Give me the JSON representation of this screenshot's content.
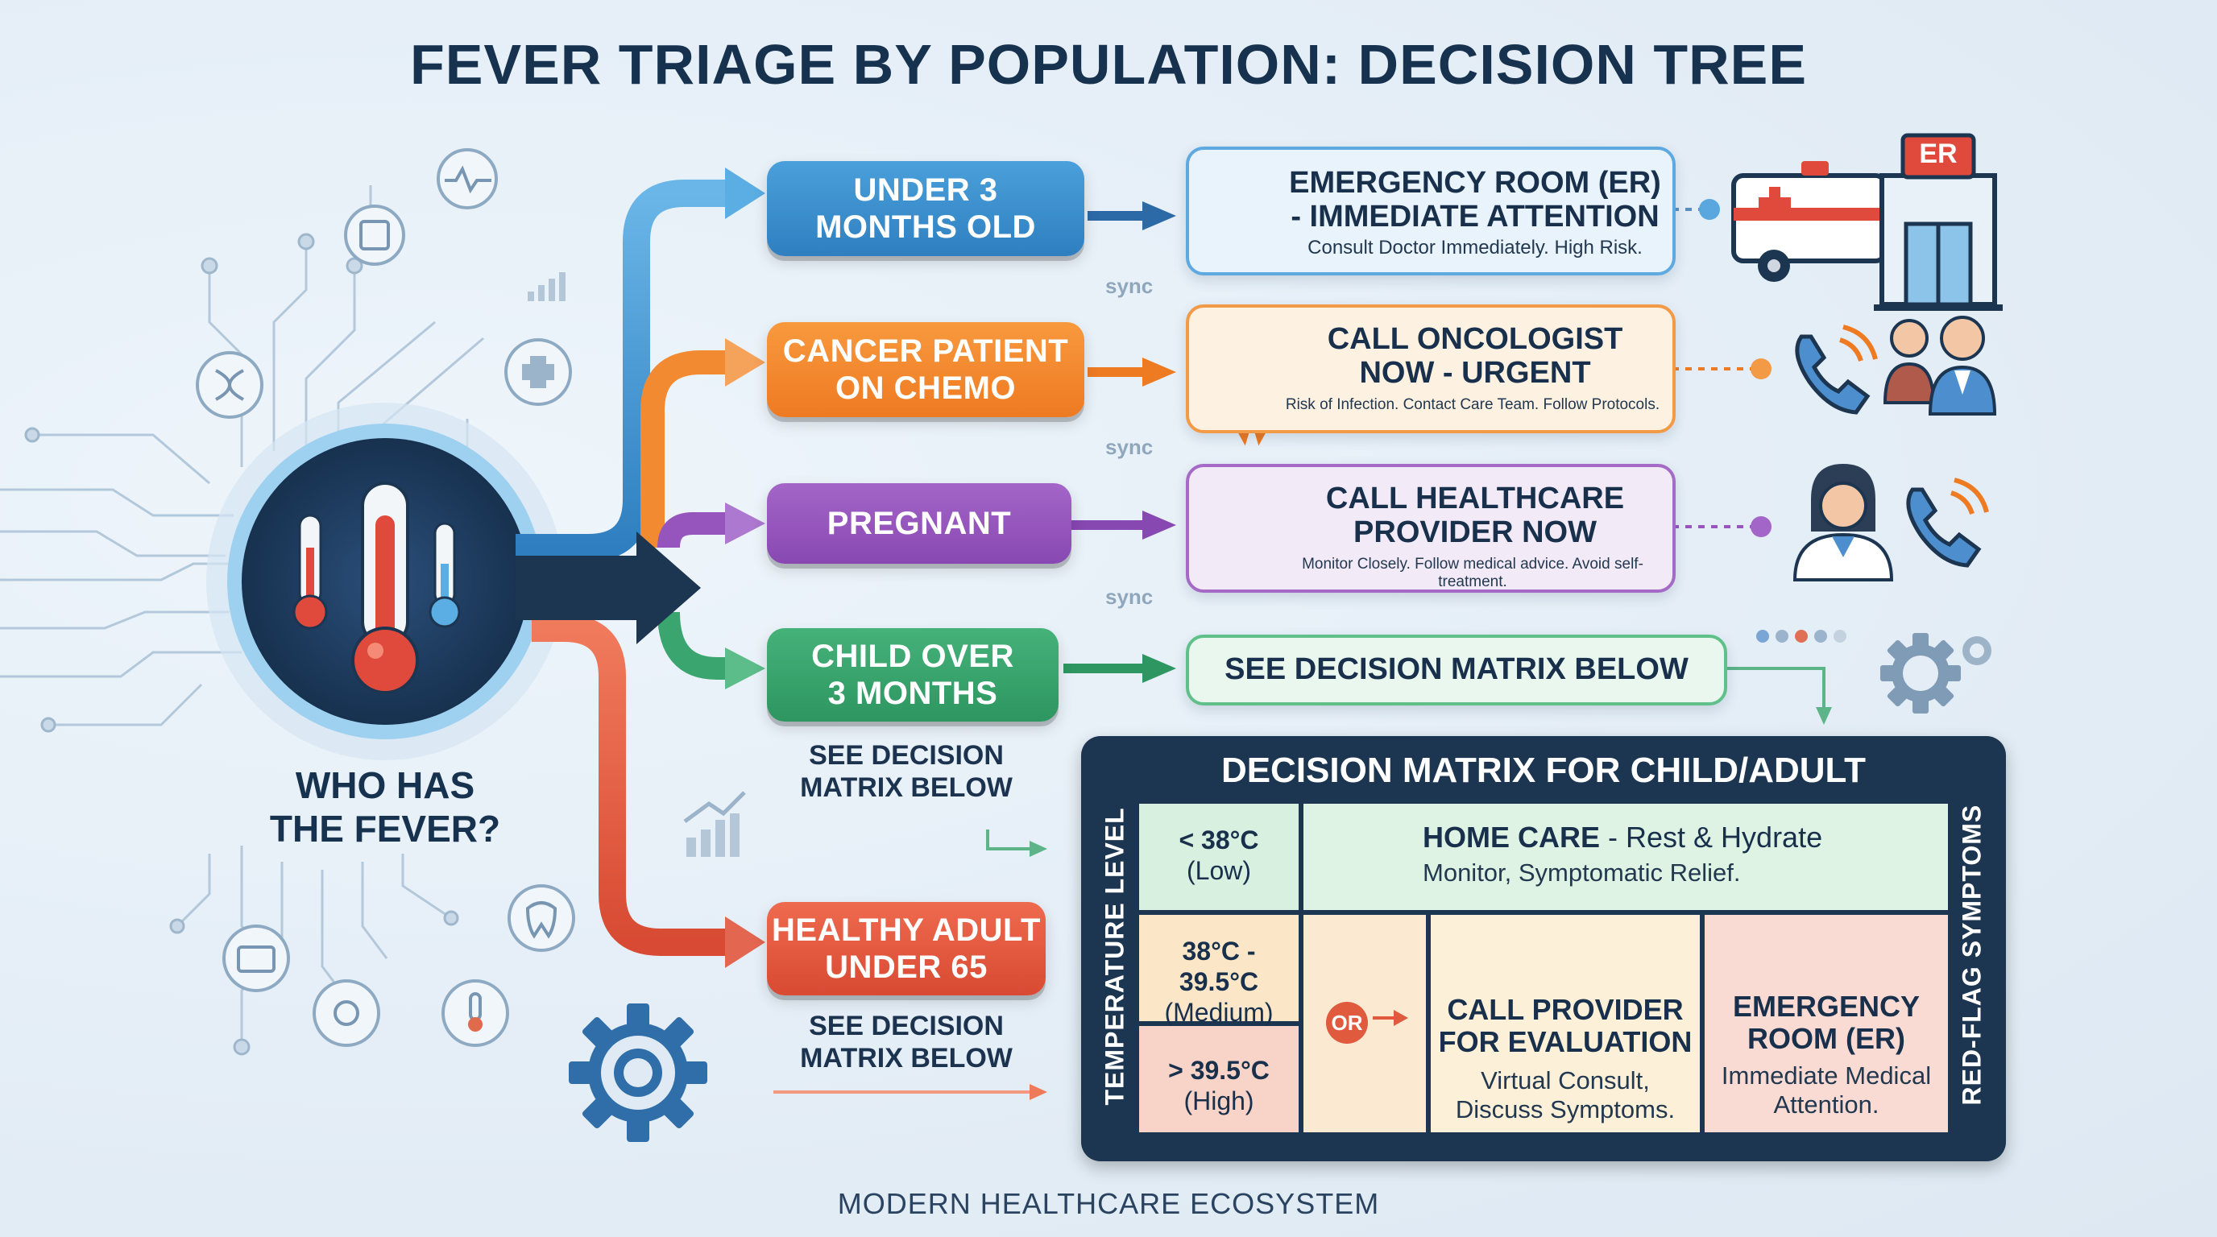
{
  "title": "FEVER TRIAGE BY POPULATION: DECISION TREE",
  "root": {
    "question": "WHO HAS\nTHE FEVER?"
  },
  "populations": [
    {
      "label": "UNDER 3\nMONTHS OLD",
      "color": "#3a8fd0"
    },
    {
      "label": "CANCER PATIENT\nON CHEMO",
      "color": "#f28a32"
    },
    {
      "label": "PREGNANT",
      "color": "#9655bd"
    },
    {
      "label": "CHILD OVER\n3 MONTHS",
      "color": "#3aa56e",
      "note": "SEE DECISION\nMATRIX BELOW"
    },
    {
      "label": "HEALTHY ADULT\nUNDER 65",
      "color": "#e05a3e",
      "note": "SEE DECISION\nMATRIX BELOW"
    }
  ],
  "outcomes": [
    {
      "title": "EMERGENCY ROOM (ER)\n- IMMEDIATE ATTENTION",
      "subtitle": "Consult Doctor Immediately. High Risk."
    },
    {
      "title": "CALL ONCOLOGIST\nNOW - URGENT",
      "subtitle": "Risk of Infection. Contact Care Team. Follow Protocols."
    },
    {
      "title": "CALL HEALTHCARE\nPROVIDER NOW",
      "subtitle": "Monitor Closely. Follow medical advice. Avoid self-treatment."
    },
    {
      "title": "SEE DECISION MATRIX BELOW"
    }
  ],
  "sync_labels": [
    "sync",
    "sync",
    "sync"
  ],
  "er_sign": "ER",
  "matrix": {
    "title": "DECISION MATRIX FOR CHILD/ADULT",
    "row_axis_label": "TEMPERATURE LEVEL",
    "col_axis_label": "RED-FLAG SYMPTOMS",
    "levels": [
      {
        "range": "< 38°C",
        "name": "(Low)"
      },
      {
        "range": "38°C - 39.5°C",
        "name": "(Medium)"
      },
      {
        "range": "> 39.5°C",
        "name": "(High)"
      }
    ],
    "home_care": {
      "title": "HOME CARE",
      "suffix": " - Rest & Hydrate",
      "text": "Monitor, Symptomatic Relief."
    },
    "or_label": "OR",
    "call_provider": {
      "title": "CALL PROVIDER\nFOR EVALUATION",
      "text": "Virtual Consult,\nDiscuss Symptoms."
    },
    "emergency": {
      "title": "EMERGENCY\nROOM (ER)",
      "text": "Immediate Medical\nAttention."
    }
  },
  "footer": "MODERN HEALTHCARE ECOSYSTEM",
  "colors": {
    "blue": "#3a8fd0",
    "orange": "#f28a32",
    "purple": "#9655bd",
    "green": "#3aa56e",
    "red": "#e05a3e",
    "navy": "#1c3550"
  }
}
